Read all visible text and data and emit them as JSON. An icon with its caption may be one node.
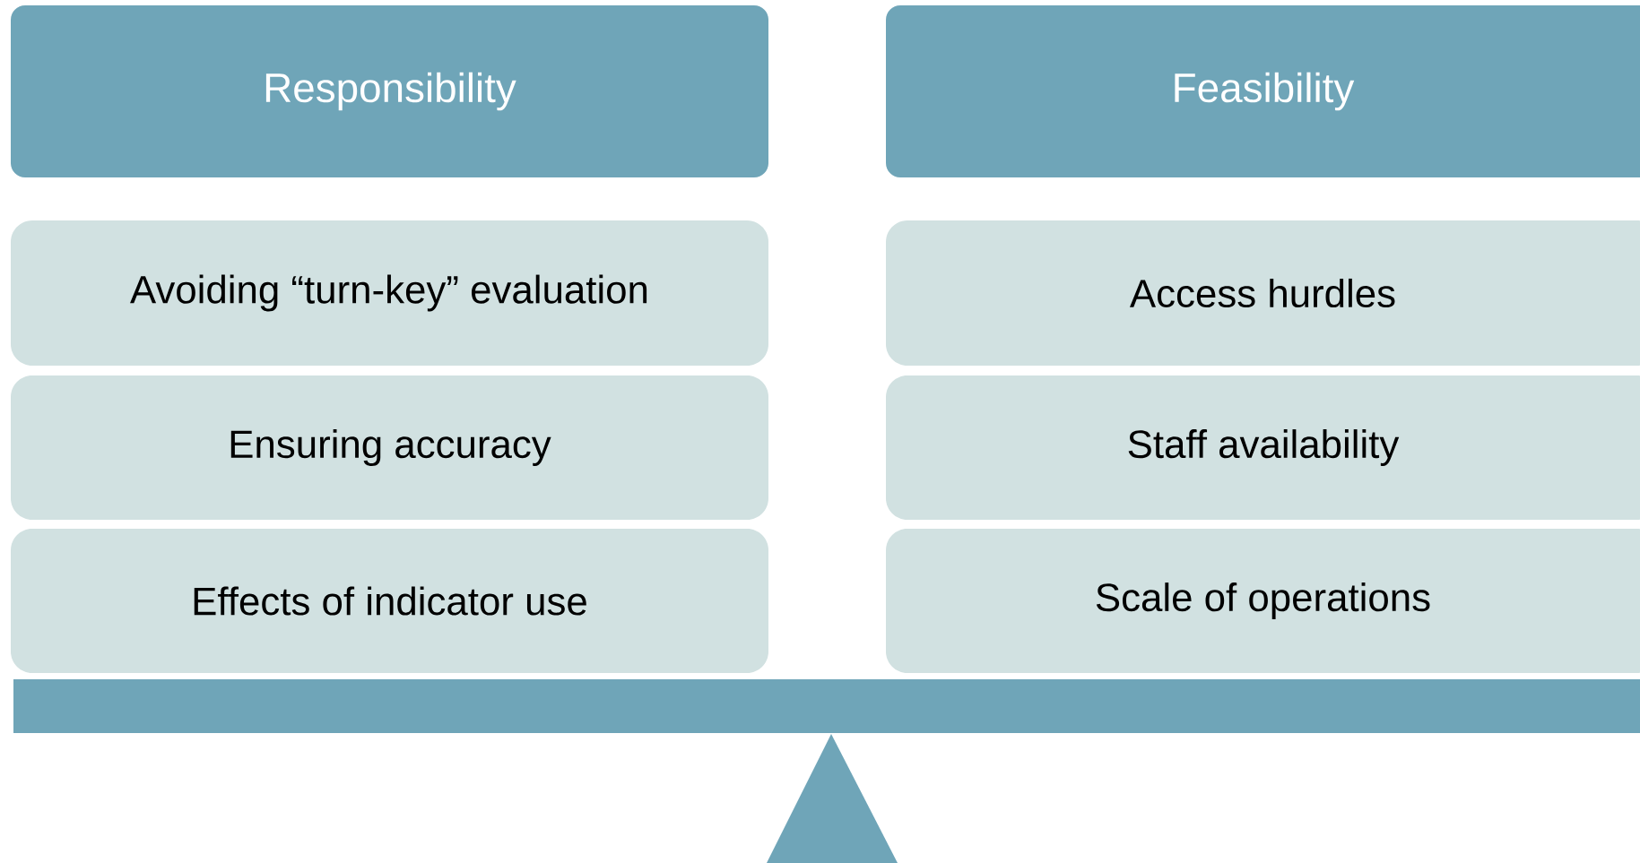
{
  "diagram": {
    "nodes": [
      {
        "text": [
          "Responsibility"
        ]
      },
      {
        "text": [
          "Feasibility"
        ]
      },
      {
        "text": [
          "Avoiding “turn-key” evaluation"
        ]
      },
      {
        "text": [
          "Access hurdles"
        ]
      },
      {
        "text": [
          "Ensuring accuracy"
        ]
      },
      {
        "text": [
          "Staff availability"
        ]
      },
      {
        "text": [
          "Effects of indicator use"
        ]
      },
      {
        "text": [
          "Scale of operations"
        ]
      }
    ]
  }
}
